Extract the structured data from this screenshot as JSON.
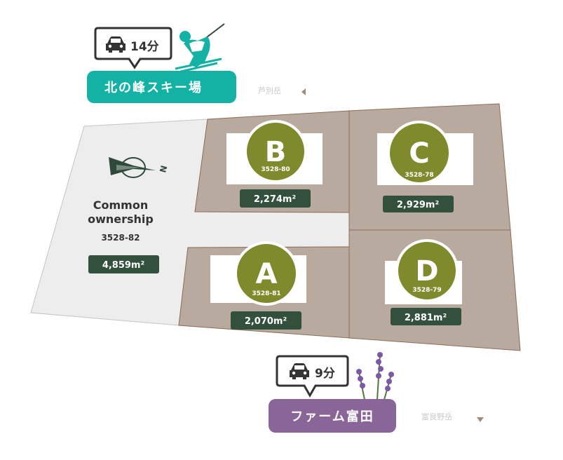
{
  "top_callout": {
    "time": "14分",
    "place": "北の峰スキー場",
    "icon": "car-icon",
    "color": "#13b2a4"
  },
  "bottom_callout": {
    "time": "9分",
    "place": "ファーム富田",
    "icon": "car-icon",
    "color": "#8a6597"
  },
  "faint_labels": {
    "top_right": "芦別岳",
    "bottom_right": "富良野岳"
  },
  "compass": {
    "letter": "N"
  },
  "common": {
    "title_1": "Common",
    "title_2": "ownership",
    "lot": "3528-82",
    "area": "4,859m²"
  },
  "lots": [
    {
      "letter": "A",
      "number": "3528-81",
      "area": "2,070m²"
    },
    {
      "letter": "B",
      "number": "3528-80",
      "area": "2,274m²"
    },
    {
      "letter": "C",
      "number": "3528-78",
      "area": "2,929m²"
    },
    {
      "letter": "D",
      "number": "3528-79",
      "area": "2,881m²"
    }
  ],
  "colors": {
    "lot_fill": "#b9aaa0",
    "common_fill": "#ededed",
    "badge_circle": "#7f8a2c",
    "area_tag": "#32503c"
  }
}
